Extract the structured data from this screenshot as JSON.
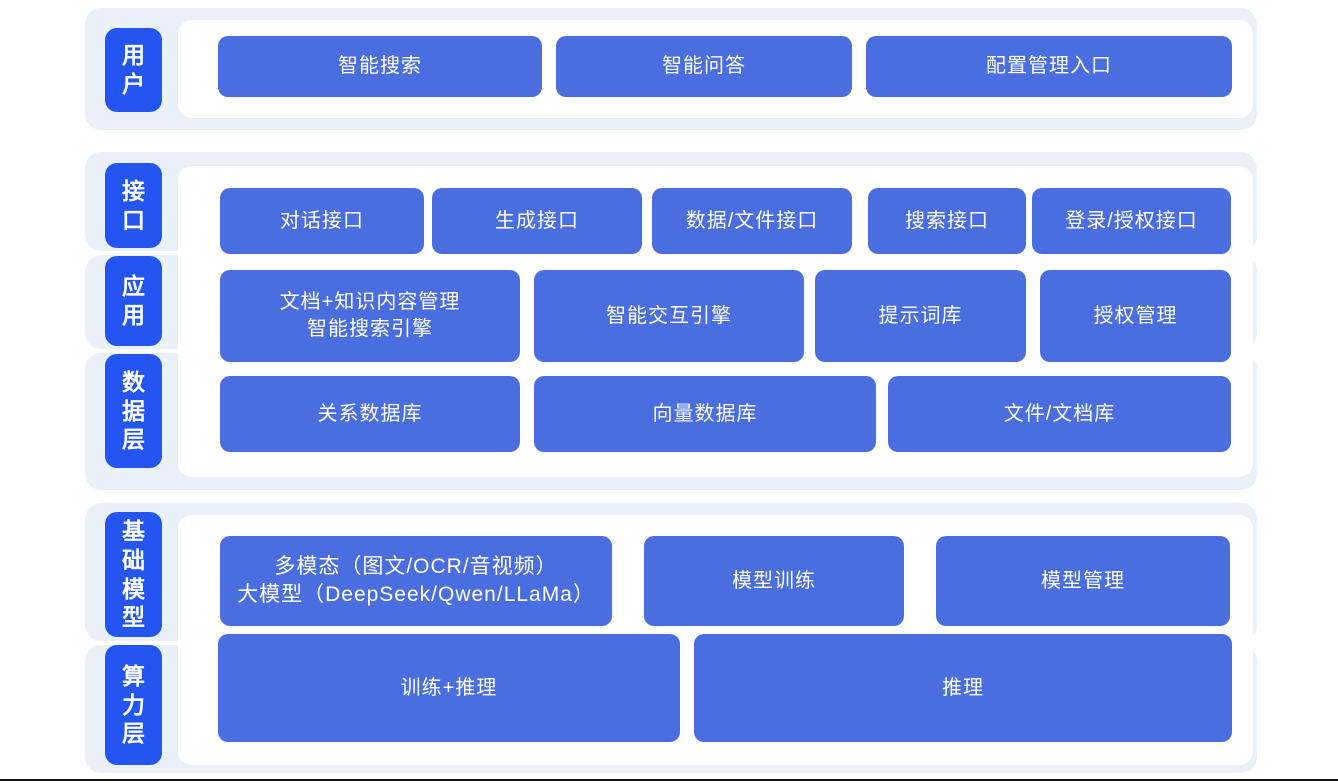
{
  "colors": {
    "chip_blue": "#2455F0",
    "button_blue": "#4A6EDF",
    "band_bg": "#EAF0F8",
    "panel_bg": "#FFFFFF"
  },
  "layers": {
    "user": "用户",
    "interface": "接口",
    "application": "应用",
    "data": "数据层",
    "foundation_model": "基础模型",
    "compute": "算力层"
  },
  "user_layer": {
    "smart_search": "智能搜索",
    "smart_qa": "智能问答",
    "config_entry": "配置管理入口"
  },
  "interface_layer": {
    "dialog_api": "对话接口",
    "generate_api": "生成接口",
    "data_file_api": "数据/文件接口",
    "search_api": "搜索接口",
    "login_auth_api": "登录/授权接口"
  },
  "application_layer": {
    "doc_knowledge_line1": "文档+知识内容管理",
    "doc_knowledge_line2": "智能搜索引擎",
    "interaction_engine": "智能交互引擎",
    "prompt_library": "提示词库",
    "auth_management": "授权管理"
  },
  "data_layer": {
    "relational_db": "关系数据库",
    "vector_db": "向量数据库",
    "file_doc_store": "文件/文档库"
  },
  "foundation_layer": {
    "multimodal_line1": "多模态（图文/OCR/音视频）",
    "multimodal_line2": "大模型（DeepSeek/Qwen/LLaMa）",
    "model_training": "模型训练",
    "model_management": "模型管理"
  },
  "compute_layer": {
    "training_inference": "训练+推理",
    "inference": "推理"
  }
}
